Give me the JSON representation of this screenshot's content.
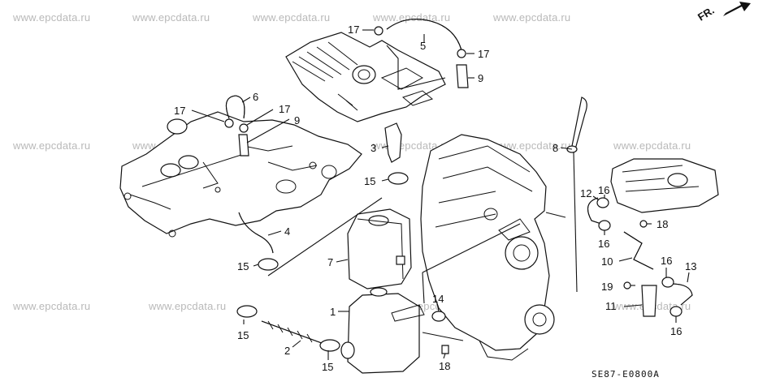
{
  "watermark": "www.epcdata.ru",
  "direction_label": "FR.",
  "diagram_code": "SE87-E0800A",
  "callouts": {
    "c1": "1",
    "c2": "2",
    "c3": "3",
    "c4": "4",
    "c5": "5",
    "c6": "6",
    "c7": "7",
    "c8": "8",
    "c9a": "9",
    "c9b": "9",
    "c10": "10",
    "c11": "11",
    "c12": "12",
    "c13": "13",
    "c14": "14",
    "c15a": "15",
    "c15b": "15",
    "c15c": "15",
    "c15d": "15",
    "c16a": "16",
    "c16b": "16",
    "c16c": "16",
    "c16d": "16",
    "c17a": "17",
    "c17b": "17",
    "c17c": "17",
    "c17d": "17",
    "c18a": "18",
    "c18b": "18",
    "c19": "19"
  }
}
